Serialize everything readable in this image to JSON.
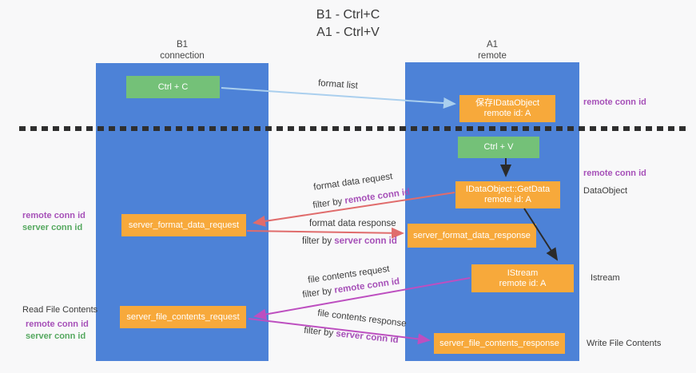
{
  "title": {
    "line1": "B1 - Ctrl+C",
    "line2": "A1 - Ctrl+V"
  },
  "columns": {
    "left": {
      "header_line1": "B1",
      "header_line2": "connection"
    },
    "right": {
      "header_line1": "A1",
      "header_line2": "remote"
    }
  },
  "boxes": {
    "ctrl_c": "Ctrl + C",
    "ctrl_v": "Ctrl + V",
    "save_idataobject": {
      "line1": "保存IDataObject",
      "line2": "remote id: A"
    },
    "getdata": {
      "line1": "IDataObject::GetData",
      "line2": "remote id: A"
    },
    "istream": {
      "line1": "IStream",
      "line2": "remote id: A"
    },
    "server_format_data_request": "server_format_data_request",
    "server_format_data_response": "server_format_data_response",
    "server_file_contents_request": "server_file_contents_request",
    "server_file_contents_response": "server_file_contents_response"
  },
  "labels": {
    "format_list": "format list",
    "format_data_request": "format data request",
    "format_data_response": "format data response",
    "file_contents_request": "file contents request",
    "file_contents_response": "file contents response",
    "filter_by": "filter by ",
    "remote_conn_id": "remote conn id",
    "server_conn_id": "server conn id"
  },
  "side": {
    "remote_conn_id": "remote conn id",
    "server_conn_id": "server conn id",
    "dataobject": "DataObject",
    "istream": "Istream",
    "read_file_contents": "Read File Contents",
    "write_file_contents": "Write File Contents"
  },
  "colors": {
    "column_blue": "#4d82d7",
    "box_green": "#74c178",
    "box_orange": "#f7a93b",
    "arrow_light_blue": "#aacfee",
    "arrow_salmon": "#e06c6c",
    "arrow_magenta": "#bd4fc0",
    "arrow_black": "#2b2b2b",
    "text_purple": "#a650b8",
    "text_green": "#55a85f"
  }
}
